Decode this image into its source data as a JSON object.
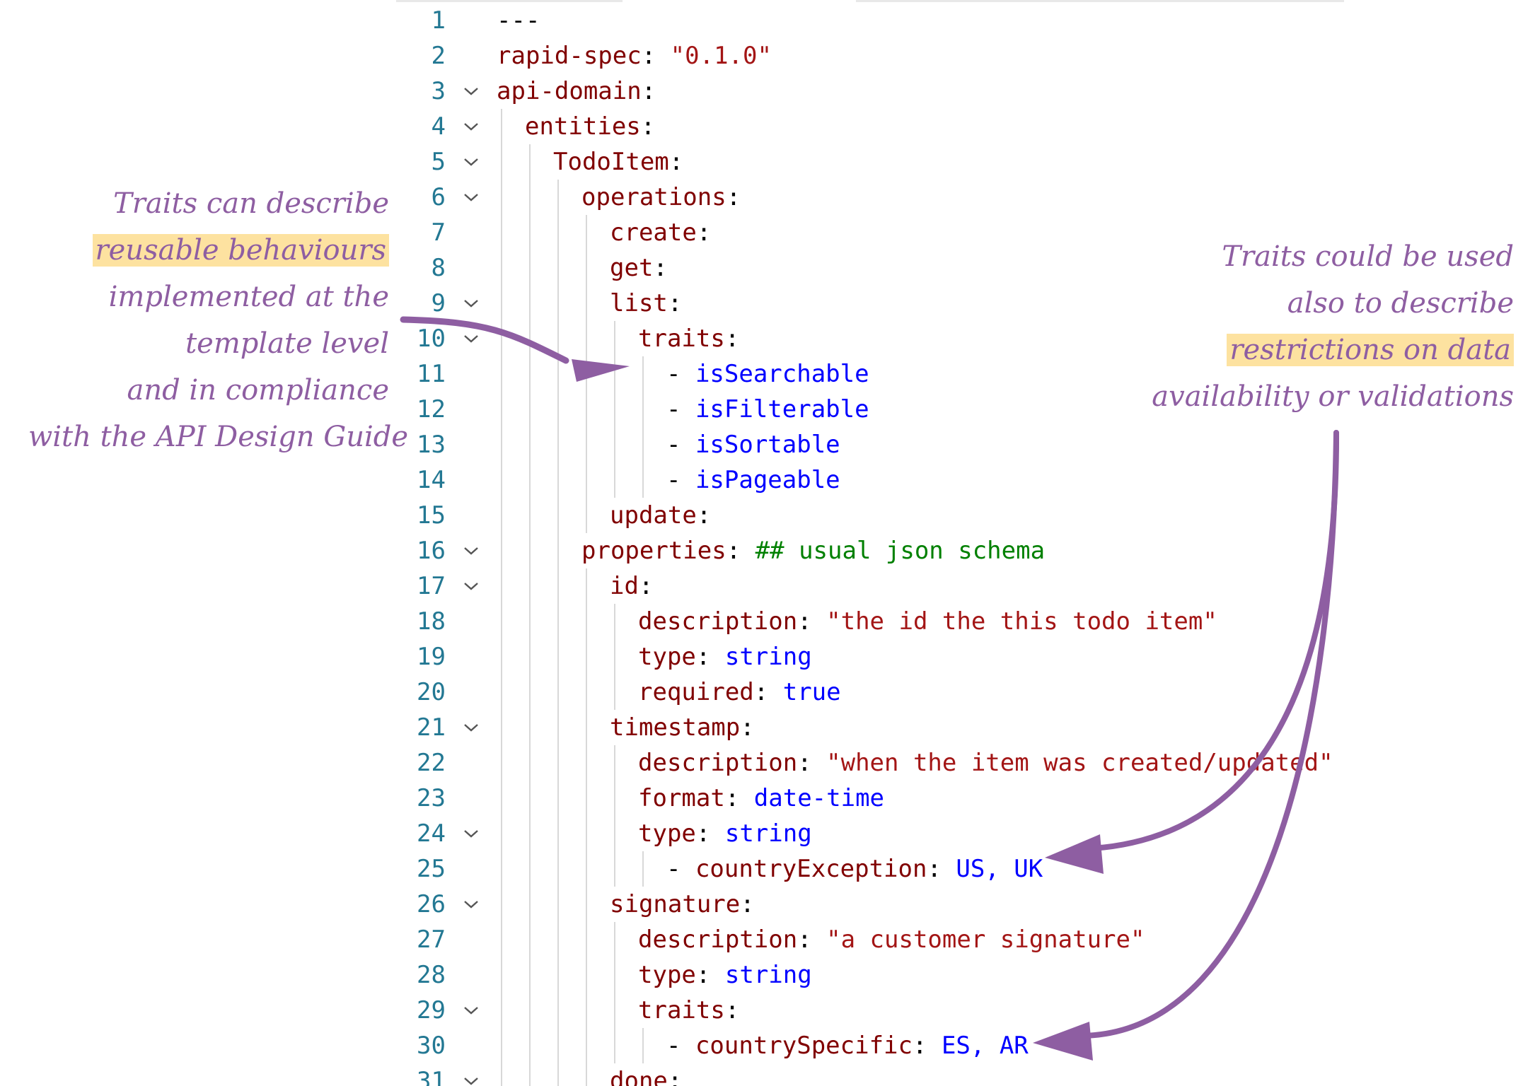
{
  "editor": {
    "colors": {
      "line_number": "#237893",
      "key": "#800000",
      "string": "#a31515",
      "value": "#0000ff",
      "comment": "#008000",
      "punctuation": "#000000"
    },
    "lines": [
      {
        "n": "1",
        "fold": false,
        "indent": 0,
        "tokens": [
          {
            "t": "---",
            "c": "p"
          }
        ]
      },
      {
        "n": "2",
        "fold": false,
        "indent": 0,
        "tokens": [
          {
            "t": "rapid-spec",
            "c": "k"
          },
          {
            "t": ": ",
            "c": "p"
          },
          {
            "t": "\"0.1.0\"",
            "c": "s"
          }
        ]
      },
      {
        "n": "3",
        "fold": true,
        "indent": 0,
        "tokens": [
          {
            "t": "api-domain",
            "c": "k"
          },
          {
            "t": ":",
            "c": "p"
          }
        ]
      },
      {
        "n": "4",
        "fold": true,
        "indent": 1,
        "tokens": [
          {
            "t": "entities",
            "c": "k"
          },
          {
            "t": ":",
            "c": "p"
          }
        ]
      },
      {
        "n": "5",
        "fold": true,
        "indent": 2,
        "tokens": [
          {
            "t": "TodoItem",
            "c": "k"
          },
          {
            "t": ":",
            "c": "p"
          }
        ]
      },
      {
        "n": "6",
        "fold": true,
        "indent": 3,
        "tokens": [
          {
            "t": "operations",
            "c": "k"
          },
          {
            "t": ":",
            "c": "p"
          }
        ]
      },
      {
        "n": "7",
        "fold": false,
        "indent": 4,
        "tokens": [
          {
            "t": "create",
            "c": "k"
          },
          {
            "t": ":",
            "c": "p"
          }
        ]
      },
      {
        "n": "8",
        "fold": false,
        "indent": 4,
        "tokens": [
          {
            "t": "get",
            "c": "k"
          },
          {
            "t": ":",
            "c": "p"
          }
        ]
      },
      {
        "n": "9",
        "fold": true,
        "indent": 4,
        "tokens": [
          {
            "t": "list",
            "c": "k"
          },
          {
            "t": ":",
            "c": "p"
          }
        ]
      },
      {
        "n": "10",
        "fold": true,
        "indent": 5,
        "tokens": [
          {
            "t": "traits",
            "c": "k"
          },
          {
            "t": ":",
            "c": "p"
          }
        ]
      },
      {
        "n": "11",
        "fold": false,
        "indent": 6,
        "tokens": [
          {
            "t": "- ",
            "c": "p"
          },
          {
            "t": "isSearchable",
            "c": "v"
          }
        ]
      },
      {
        "n": "12",
        "fold": false,
        "indent": 6,
        "tokens": [
          {
            "t": "- ",
            "c": "p"
          },
          {
            "t": "isFilterable",
            "c": "v"
          }
        ]
      },
      {
        "n": "13",
        "fold": false,
        "indent": 6,
        "tokens": [
          {
            "t": "- ",
            "c": "p"
          },
          {
            "t": "isSortable",
            "c": "v"
          }
        ]
      },
      {
        "n": "14",
        "fold": false,
        "indent": 6,
        "tokens": [
          {
            "t": "- ",
            "c": "p"
          },
          {
            "t": "isPageable",
            "c": "v"
          }
        ]
      },
      {
        "n": "15",
        "fold": false,
        "indent": 4,
        "tokens": [
          {
            "t": "update",
            "c": "k"
          },
          {
            "t": ":",
            "c": "p"
          }
        ]
      },
      {
        "n": "16",
        "fold": true,
        "indent": 3,
        "tokens": [
          {
            "t": "properties",
            "c": "k"
          },
          {
            "t": ": ",
            "c": "p"
          },
          {
            "t": "## usual json schema",
            "c": "c"
          }
        ]
      },
      {
        "n": "17",
        "fold": true,
        "indent": 4,
        "tokens": [
          {
            "t": "id",
            "c": "k"
          },
          {
            "t": ":",
            "c": "p"
          }
        ]
      },
      {
        "n": "18",
        "fold": false,
        "indent": 5,
        "tokens": [
          {
            "t": "description",
            "c": "k"
          },
          {
            "t": ": ",
            "c": "p"
          },
          {
            "t": "\"the id the this todo item\"",
            "c": "s"
          }
        ]
      },
      {
        "n": "19",
        "fold": false,
        "indent": 5,
        "tokens": [
          {
            "t": "type",
            "c": "k"
          },
          {
            "t": ": ",
            "c": "p"
          },
          {
            "t": "string",
            "c": "v"
          }
        ]
      },
      {
        "n": "20",
        "fold": false,
        "indent": 5,
        "tokens": [
          {
            "t": "required",
            "c": "k"
          },
          {
            "t": ": ",
            "c": "p"
          },
          {
            "t": "true",
            "c": "v"
          }
        ]
      },
      {
        "n": "21",
        "fold": true,
        "indent": 4,
        "tokens": [
          {
            "t": "timestamp",
            "c": "k"
          },
          {
            "t": ":",
            "c": "p"
          }
        ]
      },
      {
        "n": "22",
        "fold": false,
        "indent": 5,
        "tokens": [
          {
            "t": "description",
            "c": "k"
          },
          {
            "t": ": ",
            "c": "p"
          },
          {
            "t": "\"when the item was created/updated\"",
            "c": "s"
          }
        ]
      },
      {
        "n": "23",
        "fold": false,
        "indent": 5,
        "tokens": [
          {
            "t": "format",
            "c": "k"
          },
          {
            "t": ": ",
            "c": "p"
          },
          {
            "t": "date-time",
            "c": "v"
          }
        ]
      },
      {
        "n": "24",
        "fold": true,
        "indent": 5,
        "tokens": [
          {
            "t": "type",
            "c": "k"
          },
          {
            "t": ": ",
            "c": "p"
          },
          {
            "t": "string",
            "c": "v"
          }
        ]
      },
      {
        "n": "25",
        "fold": false,
        "indent": 6,
        "tokens": [
          {
            "t": "- ",
            "c": "p"
          },
          {
            "t": "countryException",
            "c": "k"
          },
          {
            "t": ": ",
            "c": "p"
          },
          {
            "t": "US, UK",
            "c": "v"
          }
        ]
      },
      {
        "n": "26",
        "fold": true,
        "indent": 4,
        "tokens": [
          {
            "t": "signature",
            "c": "k"
          },
          {
            "t": ":",
            "c": "p"
          }
        ]
      },
      {
        "n": "27",
        "fold": false,
        "indent": 5,
        "tokens": [
          {
            "t": "description",
            "c": "k"
          },
          {
            "t": ": ",
            "c": "p"
          },
          {
            "t": "\"a customer signature\"",
            "c": "s"
          }
        ]
      },
      {
        "n": "28",
        "fold": false,
        "indent": 5,
        "tokens": [
          {
            "t": "type",
            "c": "k"
          },
          {
            "t": ": ",
            "c": "p"
          },
          {
            "t": "string",
            "c": "v"
          }
        ]
      },
      {
        "n": "29",
        "fold": true,
        "indent": 5,
        "tokens": [
          {
            "t": "traits",
            "c": "k"
          },
          {
            "t": ":",
            "c": "p"
          }
        ]
      },
      {
        "n": "30",
        "fold": false,
        "indent": 6,
        "tokens": [
          {
            "t": "- ",
            "c": "p"
          },
          {
            "t": "countrySpecific",
            "c": "k"
          },
          {
            "t": ": ",
            "c": "p"
          },
          {
            "t": "ES, AR",
            "c": "v"
          }
        ]
      },
      {
        "n": "31",
        "fold": true,
        "indent": 4,
        "tokens": [
          {
            "t": "done",
            "c": "k"
          },
          {
            "t": ":",
            "c": "p"
          }
        ]
      }
    ]
  },
  "annotations": {
    "color": "#8e5ea2",
    "highlight": "#fde2a0",
    "left": {
      "lines": [
        {
          "text": "Traits can describe",
          "highlight": false
        },
        {
          "text": "reusable behaviours",
          "highlight": true
        },
        {
          "text": "implemented at the",
          "highlight": false
        },
        {
          "text": "template level",
          "highlight": false
        },
        {
          "text": "and in compliance",
          "highlight": false
        },
        {
          "text": "with the API Design Guide",
          "highlight": false
        }
      ]
    },
    "right": {
      "lines": [
        {
          "text": "Traits could be used",
          "highlight": false
        },
        {
          "text": "also to describe",
          "highlight": false
        },
        {
          "text": "restrictions on data",
          "highlight": true
        },
        {
          "text": "availability or validations",
          "highlight": false
        }
      ]
    }
  }
}
